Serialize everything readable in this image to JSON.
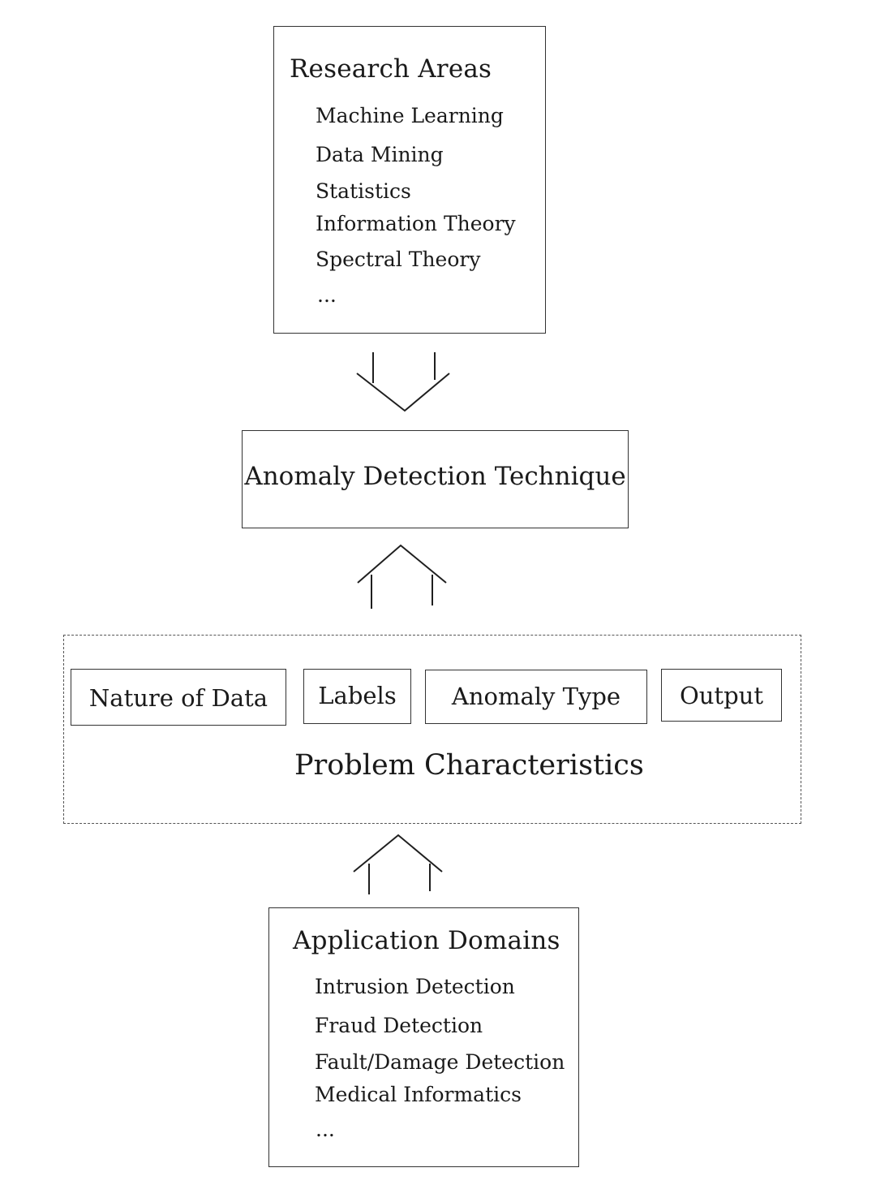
{
  "research_areas": {
    "title": "Research Areas",
    "items": [
      "Machine Learning",
      "Data Mining",
      "Statistics",
      "Information Theory",
      "Spectral Theory",
      "..."
    ]
  },
  "technique": {
    "title": "Anomaly Detection Technique"
  },
  "problem_characteristics": {
    "title": "Problem Characteristics",
    "items": [
      "Nature of Data",
      "Labels",
      "Anomaly Type",
      "Output"
    ]
  },
  "application_domains": {
    "title": "Application Domains",
    "items": [
      "Intrusion Detection",
      "Fraud Detection",
      "Fault/Damage Detection",
      "Medical Informatics",
      "..."
    ]
  },
  "icons": {
    "down_arrow": "down-arrow-icon",
    "up_arrow": "up-arrow-icon"
  }
}
